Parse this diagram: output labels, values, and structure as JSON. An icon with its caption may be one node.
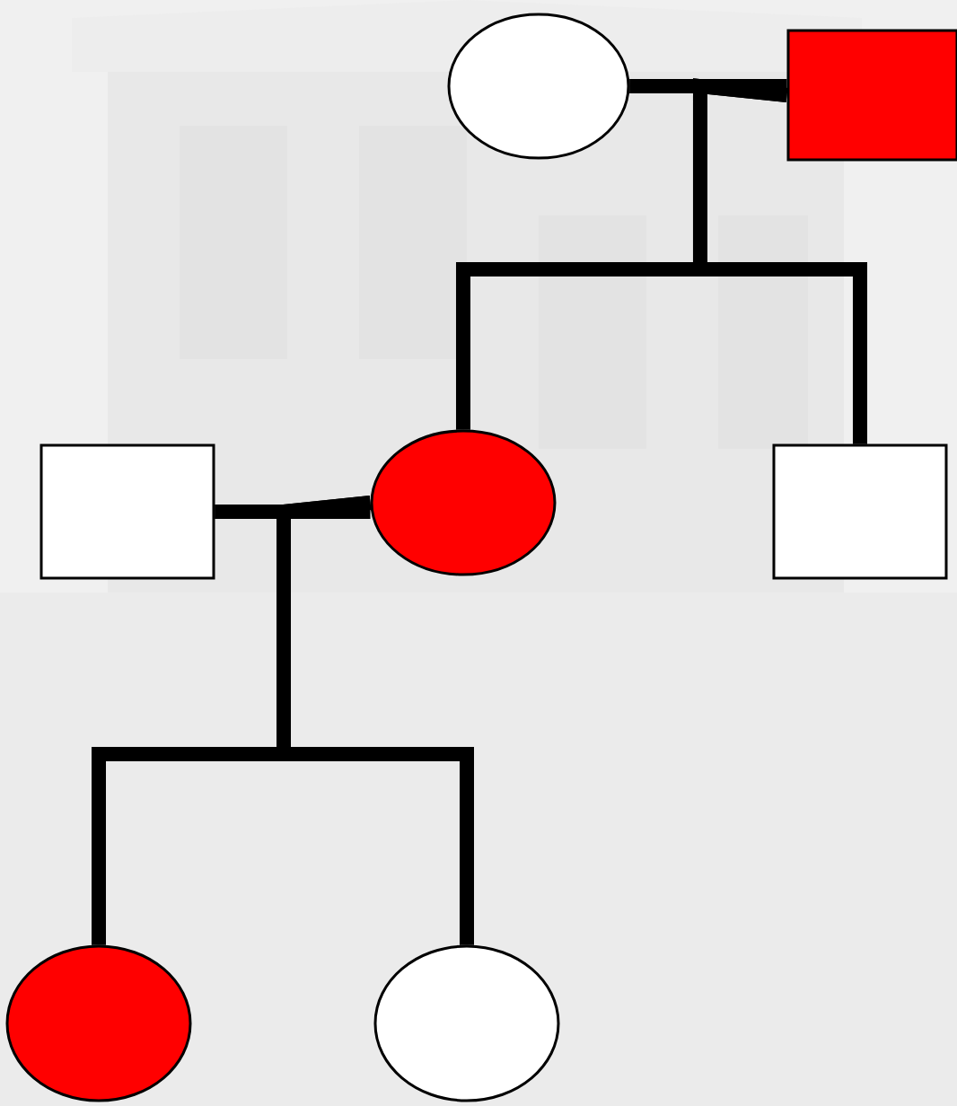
{
  "diagram": {
    "nodes": [
      {
        "text": [],
        "shape": "circle"
      },
      {
        "text": [],
        "shape": "box"
      },
      {
        "text": [],
        "shape": "box"
      },
      {
        "text": [],
        "shape": "circle"
      },
      {
        "text": [],
        "shape": "box"
      },
      {
        "text": [],
        "shape": "circle"
      },
      {
        "text": [],
        "shape": "circle"
      }
    ],
    "edges": [
      {
        "from": 0,
        "to": 1,
        "arrow": "none"
      },
      {
        "from": 0,
        "to": 3,
        "arrow": "none"
      },
      {
        "from": 1,
        "to": 3,
        "arrow": "none"
      },
      {
        "from": 0,
        "to": 4,
        "arrow": "none"
      },
      {
        "from": 1,
        "to": 4,
        "arrow": "none"
      },
      {
        "from": 2,
        "to": 3,
        "arrow": "none"
      },
      {
        "from": 2,
        "to": 5,
        "arrow": "none"
      },
      {
        "from": 3,
        "to": 5,
        "arrow": "none"
      },
      {
        "from": 2,
        "to": 6,
        "arrow": "none"
      },
      {
        "from": 3,
        "to": 6,
        "arrow": "none"
      }
    ]
  }
}
